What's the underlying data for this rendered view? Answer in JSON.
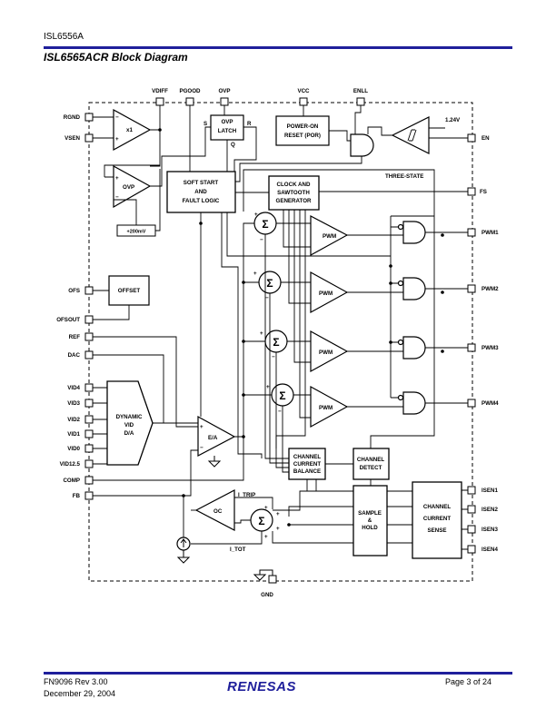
{
  "header": {
    "part_number": "ISL6556A",
    "title": "ISL6565ACR Block Diagram"
  },
  "pins": {
    "vdiff": "VDIFF",
    "pgood": "PGOOD",
    "ovp": "OVP",
    "vcc": "VCC",
    "enll": "ENLL",
    "rgnd": "RGND",
    "vsen": "VSEN",
    "en": "EN",
    "fs": "FS",
    "ofs": "OFS",
    "ofsout": "OFSOUT",
    "ref": "REF",
    "dac": "DAC",
    "vid4": "VID4",
    "vid3": "VID3",
    "vid2": "VID2",
    "vid1": "VID1",
    "vid0": "VID0",
    "vid12_5": "VID12.5",
    "comp": "COMP",
    "fb": "FB",
    "pwm1": "PWM1",
    "pwm2": "PWM2",
    "pwm3": "PWM3",
    "pwm4": "PWM4",
    "isen1": "ISEN1",
    "isen2": "ISEN2",
    "isen3": "ISEN3",
    "isen4": "ISEN4",
    "gnd": "GND"
  },
  "blocks": {
    "x1_amp": "x1",
    "ovp_comp": "OVP",
    "ovp_latch": [
      "OVP",
      "LATCH"
    ],
    "latch_s": "S",
    "latch_r": "R",
    "latch_q": "Q",
    "por": [
      "POWER-ON",
      "RESET (POR)"
    ],
    "ref_124": "1.24V",
    "soft_start": [
      "SOFT START",
      "AND",
      "FAULT LOGIC"
    ],
    "clock": [
      "CLOCK AND",
      "SAWTOOTH",
      "GENERATOR"
    ],
    "three_state": "THREE-STATE",
    "mv200": "+200mV",
    "offset": "OFFSET",
    "dac_block": [
      "DYNAMIC",
      "VID",
      "D/A"
    ],
    "pwm": "PWM",
    "ea": "E/A",
    "oc": "OC",
    "i_trip": "I_TRIP",
    "i_tot": "I_TOT",
    "ccb": [
      "CHANNEL",
      "CURRENT",
      "BALANCE"
    ],
    "cd": [
      "CHANNEL",
      "DETECT"
    ],
    "sh": [
      "SAMPLE",
      "&",
      "HOLD"
    ],
    "ccs": [
      "CHANNEL",
      "CURRENT",
      "SENSE"
    ],
    "sigma": "Σ",
    "plus": "+",
    "minus": "−"
  },
  "footer": {
    "doc": "FN9096  Rev 3.00",
    "date": "December 29, 2004",
    "brand": "RENESAS",
    "page": "Page 3 of 24"
  },
  "colors": {
    "rule": "#1f1f9b",
    "brand": "#1f1f9b",
    "ink": "#000000"
  }
}
